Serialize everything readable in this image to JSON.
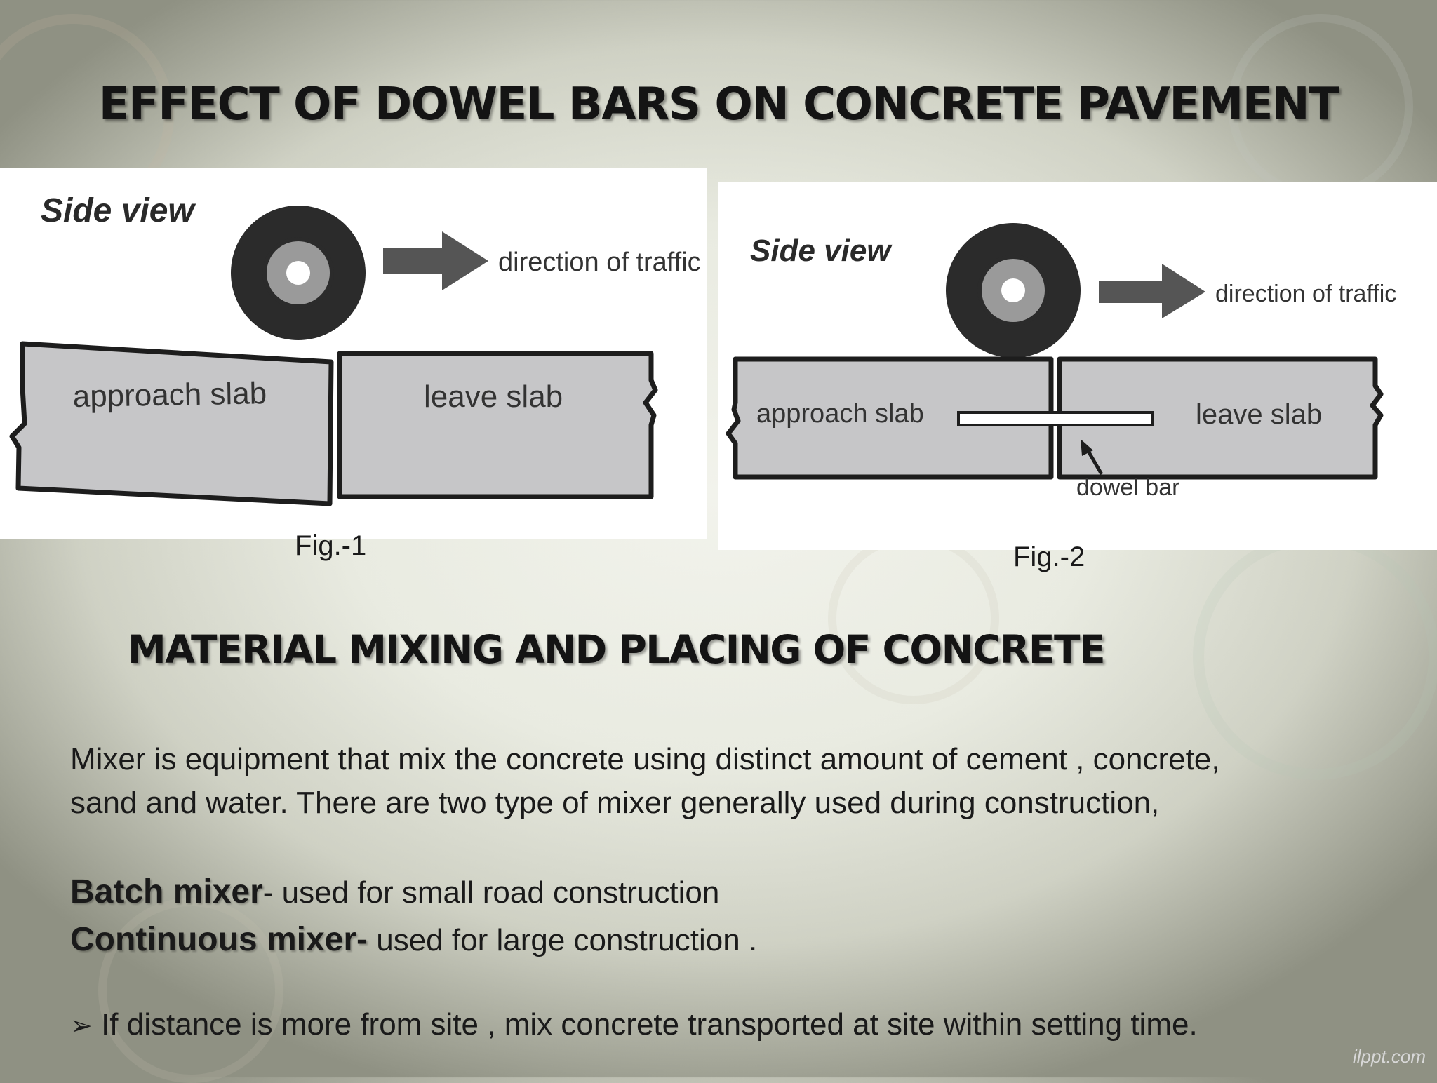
{
  "title": "EFFECT OF DOWEL BARS ON CONCRETE PAVEMENT",
  "figure1": {
    "side_view": "Side view",
    "direction": "direction of traffic",
    "approach_slab": "approach slab",
    "leave_slab": "leave slab",
    "caption": "Fig.-1"
  },
  "figure2": {
    "side_view": "Side view",
    "direction": "direction of traffic",
    "approach_slab": "approach slab",
    "leave_slab": "leave slab",
    "dowel_bar": "dowel bar",
    "caption": "Fig.-2"
  },
  "subtitle": "MATERIAL MIXING AND PLACING OF CONCRETE",
  "paragraph": {
    "line1": "Mixer is equipment that mix the concrete using distinct amount of cement , concrete,",
    "line2": "sand and water. There are two type of mixer generally used during construction,"
  },
  "mixers": {
    "batch_term": "Batch mixer",
    "batch_desc": "- used for small road construction",
    "continuous_term": "Continuous mixer-",
    "continuous_desc": " used for large construction ."
  },
  "bullet": {
    "symbol": "➢",
    "text": "If distance is more from site ,  mix concrete transported at site within setting time."
  },
  "watermark": "ilppt.com"
}
